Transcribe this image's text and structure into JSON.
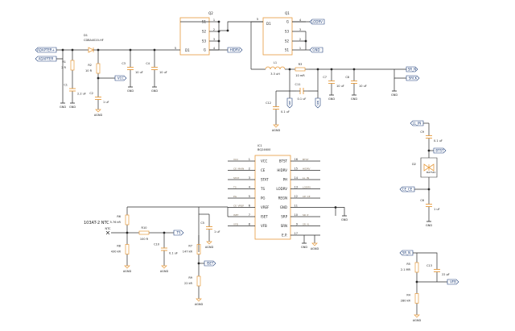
{
  "colors": {
    "wire": "#2a2a2a",
    "part": "#e69a3c",
    "net": "#1f3f7a",
    "label": "#222222",
    "faint": "#7a6a55"
  },
  "top": {
    "q2": {
      "ref": "Q2",
      "pins": [
        "1",
        "2",
        "3",
        "4",
        "5"
      ],
      "pin_names": [
        "S1",
        "S2",
        "S3",
        "G",
        "D1"
      ]
    },
    "q1": {
      "ref": "Q1",
      "pins": [
        "4",
        "3",
        "2",
        "1",
        "5"
      ],
      "pin_names": [
        "G",
        "S3",
        "S2",
        "S1",
        "D1"
      ]
    },
    "nets": {
      "adapter_plus": "ADAPTER+",
      "adapter": "ADAPTER",
      "hidrv": "HIDRV",
      "lodrv": "LODRV",
      "gnd": "GND",
      "vcc": "VCC",
      "sr_n": "SR_N",
      "srck": "SRCK",
      "agnd": "AGND"
    },
    "d1": {
      "ref": "D1",
      "value": "CDBA4020-HF"
    },
    "r1": {
      "ref": "R1",
      "value": "2 R"
    },
    "c1": {
      "ref": "C1",
      "value": "2.2 uF"
    },
    "r2": {
      "ref": "R2",
      "value": "10 R"
    },
    "c2": {
      "ref": "C2",
      "value": "1 uF"
    },
    "c3": {
      "ref": "C3",
      "value": "10 uF"
    },
    "c4": {
      "ref": "C4",
      "value": "10 uF"
    },
    "l1": {
      "ref": "L1",
      "value": "3.3 uH"
    },
    "r3": {
      "ref": "R3",
      "value": "10 mR"
    },
    "c7": {
      "ref": "C7",
      "value": "10 uF"
    },
    "c8": {
      "ref": "C8",
      "value": "10 uF"
    },
    "c11": {
      "ref": "C11",
      "value": "0.1 uF"
    },
    "c12": {
      "ref": "C12",
      "value": "0.1 uF"
    },
    "srp": "SRP",
    "srn": "SRN"
  },
  "ic": {
    "ref": "IC1",
    "part": "BQ24600",
    "left_pins": [
      {
        "num": "1",
        "name": "VCC",
        "net": "VCC"
      },
      {
        "num": "2",
        "name": "CE",
        "net": "CE_MAIN"
      },
      {
        "num": "3",
        "name": "STAT",
        "net": "STAT"
      },
      {
        "num": "4",
        "name": "TS",
        "net": "TS"
      },
      {
        "num": "5",
        "name": "PG",
        "net": "PG"
      },
      {
        "num": "6",
        "name": "VREF",
        "net": "CE_VREF"
      },
      {
        "num": "7",
        "name": "ISET",
        "net": "ISET"
      },
      {
        "num": "8",
        "name": "VFB",
        "net": "VFB"
      }
    ],
    "right_pins": [
      {
        "num": "16",
        "name": "BTST",
        "net": "BTST"
      },
      {
        "num": "15",
        "name": "HIDRV",
        "net": "HIDRV"
      },
      {
        "num": "14",
        "name": "PH",
        "net": "LL_IN"
      },
      {
        "num": "13",
        "name": "LODRV",
        "net": "LODRV"
      },
      {
        "num": "12",
        "name": "REGN",
        "net": "CE_CE"
      },
      {
        "num": "11",
        "name": "GND",
        "net": ""
      },
      {
        "num": "10",
        "name": "SRP",
        "net": "SR_P"
      },
      {
        "num": "9",
        "name": "SRN",
        "net": "SR_N"
      },
      {
        "num": "17",
        "name": "E.P.",
        "net": ""
      }
    ],
    "gnd": "GND",
    "agnd": "AGND"
  },
  "ntc": {
    "title": "103AT-2 NTC",
    "ntc_label": "NTC",
    "r6": {
      "ref": "R6",
      "value": "5.76 kR"
    },
    "r8": {
      "ref": "R8",
      "value": "430 kR"
    },
    "r10": {
      "ref": "R10",
      "value": "100 R"
    },
    "c10": {
      "ref": "C10",
      "value": "0.1 uF"
    },
    "ts": "TS",
    "agnd": "AGND"
  },
  "iset": {
    "c5": {
      "ref": "C5",
      "value": "1 uF"
    },
    "r7": {
      "ref": "R7",
      "value": "147 kR"
    },
    "r9": {
      "ref": "R9",
      "value": "22 kR"
    },
    "iset_label": "ISET",
    "agnd": "AGND"
  },
  "bst": {
    "ll_in": "LL_IN",
    "c9": {
      "ref": "C9",
      "value": "0.1 uF"
    },
    "btst": "BTST",
    "d2": {
      "ref": "D2",
      "value": "BAT54C"
    },
    "ce_ce": "CE_CE",
    "c6": {
      "ref": "C6",
      "value": "1 uF"
    },
    "gnd": "GND"
  },
  "vfb": {
    "sr_n": "SR_N",
    "r5": {
      "ref": "R5",
      "value": "2.1 MR"
    },
    "c13": {
      "ref": "C13",
      "value": "22 pF"
    },
    "vfb": "VFB",
    "r4": {
      "ref": "R4",
      "value": "280 kR"
    },
    "agnd": "AGND"
  }
}
